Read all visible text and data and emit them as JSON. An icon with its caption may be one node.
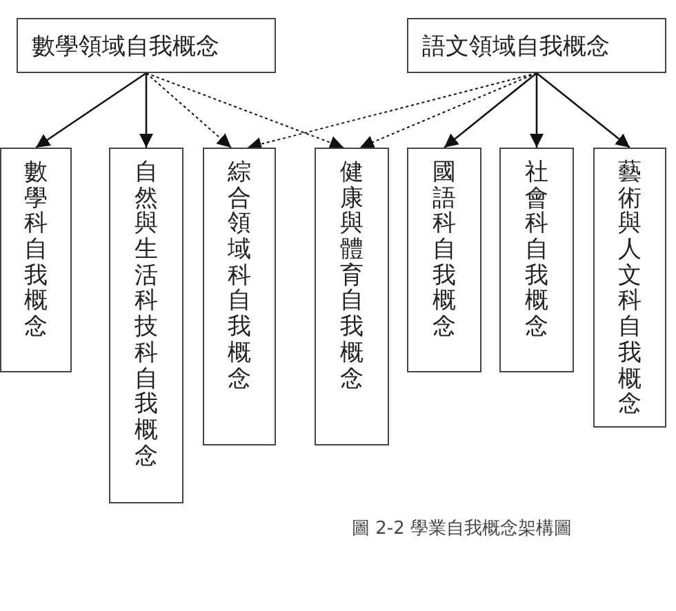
{
  "diagram": {
    "caption": "圖 2-2 學業自我概念架構圖",
    "nodes": [
      {
        "text": [
          "數學領域自我概念"
        ]
      },
      {
        "text": [
          "語文領域自我概念"
        ]
      },
      {
        "text": [
          "數學科自我概念"
        ]
      },
      {
        "text": [
          "自然與生活科技科自我概念"
        ]
      },
      {
        "text": [
          "綜合領域科自我概念"
        ]
      },
      {
        "text": [
          "健康與體育自我概念"
        ]
      },
      {
        "text": [
          "國語科自我概念"
        ]
      },
      {
        "text": [
          "社會科自我概念"
        ]
      },
      {
        "text": [
          "藝術與人文科自我概念"
        ]
      }
    ],
    "edges": [
      {
        "from": 0,
        "to": 2,
        "arrow": "to"
      },
      {
        "from": 0,
        "to": 3,
        "arrow": "to"
      },
      {
        "from": 0,
        "to": 4,
        "arrow": "to",
        "style": "dashed"
      },
      {
        "from": 0,
        "to": 5,
        "arrow": "to",
        "style": "dashed"
      },
      {
        "from": 1,
        "to": 4,
        "arrow": "to",
        "style": "dashed"
      },
      {
        "from": 1,
        "to": 5,
        "arrow": "to",
        "style": "dashed"
      },
      {
        "from": 1,
        "to": 6,
        "arrow": "to"
      },
      {
        "from": 1,
        "to": 7,
        "arrow": "to"
      },
      {
        "from": 1,
        "to": 8,
        "arrow": "to"
      }
    ]
  }
}
